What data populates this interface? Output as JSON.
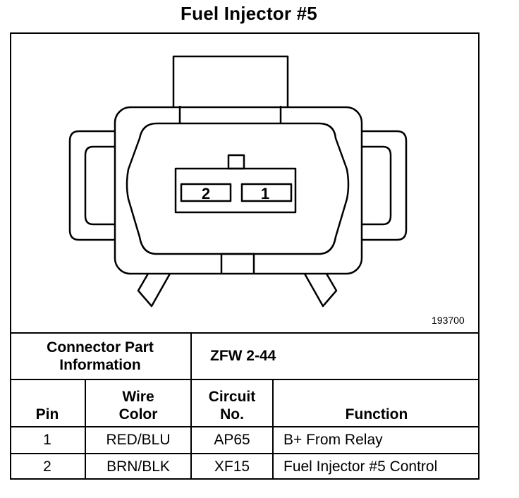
{
  "title": "Fuel Injector #5",
  "diagram": {
    "pin_labels": [
      "2",
      "1"
    ],
    "reference_number": "193700"
  },
  "table": {
    "connector_part_label_line1": "Connector Part",
    "connector_part_label_line2": "Information",
    "connector_part_value": "ZFW 2-44",
    "headers": {
      "pin": "Pin",
      "wire_color_line1": "Wire",
      "wire_color_line2": "Color",
      "circuit_line1": "Circuit",
      "circuit_line2": "No.",
      "function": "Function"
    },
    "rows": [
      {
        "pin": "1",
        "wire_color": "RED/BLU",
        "circuit": "AP65",
        "function": "B+ From Relay"
      },
      {
        "pin": "2",
        "wire_color": "BRN/BLK",
        "circuit": "XF15",
        "function": "Fuel Injector #5 Control"
      }
    ]
  }
}
